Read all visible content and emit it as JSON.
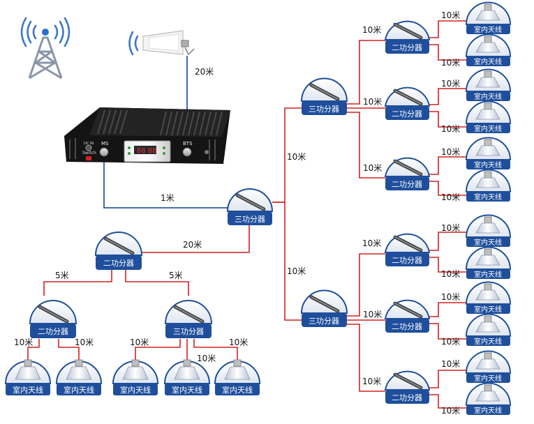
{
  "colors": {
    "cable": "#d42020",
    "feeder": "#2b5aa8",
    "node_blue": "#1f4f9c",
    "dome_fill": "#f3f6fb",
    "repeater_body": "#141414",
    "tower": "#8a96a8",
    "signal_wave": "#3b78c8"
  },
  "repeater": {
    "ms_label": "MS",
    "bts_label": "BTS",
    "dcin_label": "DC IN",
    "switch_label": "Switch"
  },
  "antenna_label": "室内天线",
  "two_way_label": "二功分器",
  "three_way_label": "三功分器",
  "cable_labels": {
    "donor_feed": "20米",
    "ms_to_hub": "1米",
    "hub_to_upper": "10米",
    "hub_to_lower": "10米",
    "hub_to_left": "20米",
    "left_to_a": "5米",
    "left_to_b": "5米",
    "a_ant1": "10米",
    "a_ant2": "10米",
    "b_ant1": "10米",
    "b_ant2": "10米",
    "b_ant3": "10米",
    "upper_s1": "10米",
    "upper_s2": "10米",
    "upper_s3": "10米",
    "s1_top": "10米",
    "s1_bottom": "10米",
    "s2_top": "10米",
    "s2_bottom": "10米",
    "s3_top": "10米",
    "s3_bottom": "10米",
    "lower_s4": "10米",
    "lower_s5": "10米",
    "lower_s6": "10米",
    "s4_top": "10米",
    "s4_bottom": "10米",
    "s5_top": "10米",
    "s5_bottom": "10米",
    "s6_top": "10米",
    "s6_bottom": "10米"
  }
}
